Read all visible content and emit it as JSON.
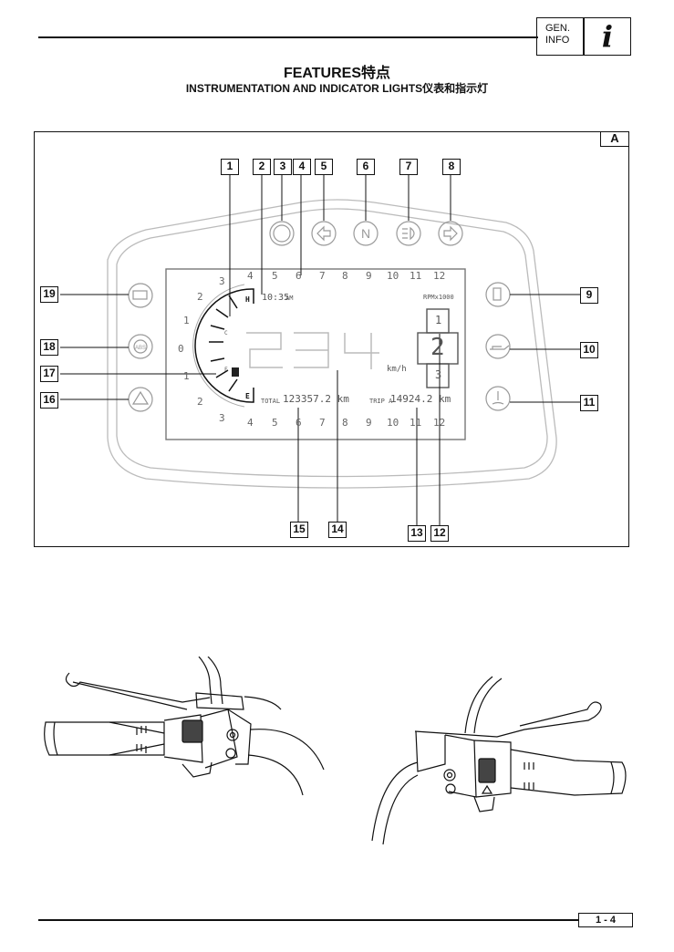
{
  "header": {
    "gen_info": "GEN.\nINFO",
    "info_glyph": "i",
    "title": "FEATURES特点",
    "subtitle": "INSTRUMENTATION AND INDICATOR LIGHTS仪表和指示灯"
  },
  "figure": {
    "letter": "A",
    "dashboard": {
      "clock": "10:35",
      "clock_suffix": "AM",
      "rpm_unit": "RPMx1000",
      "speed": "234",
      "speed_unit": "km/h",
      "gear": "2",
      "gear_prev": "1",
      "gear_next": "3",
      "total_label": "TOTAL",
      "total_value": "123357.2 km",
      "trip_label": "TRIP A",
      "trip_value": "14924.2 km",
      "temp_high": "H",
      "fuel_empty": "E",
      "fuel_full": "F",
      "temp_cold": "C",
      "rpm_ticks_top": [
        "4",
        "5",
        "6",
        "7",
        "8",
        "9",
        "10",
        "11",
        "12"
      ],
      "rpm_ticks_bottom": [
        "4",
        "5",
        "6",
        "7",
        "8",
        "9",
        "10",
        "11",
        "12"
      ],
      "left_scale": [
        "3",
        "2",
        "1",
        "0",
        "1",
        "2",
        "3"
      ],
      "indicator_n": "N",
      "abs_label": "ABS"
    },
    "callouts": [
      "1",
      "2",
      "3",
      "4",
      "5",
      "6",
      "7",
      "8",
      "9",
      "10",
      "11",
      "12",
      "13",
      "14",
      "15",
      "16",
      "17",
      "18",
      "19"
    ]
  },
  "footer": {
    "page": "1 - 4"
  }
}
